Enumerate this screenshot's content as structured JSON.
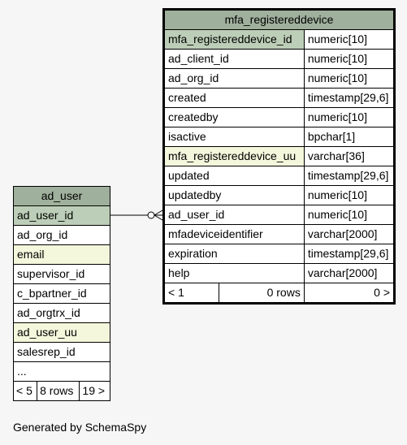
{
  "main_table": {
    "name": "mfa_registereddevice",
    "columns": [
      {
        "name": "mfa_registereddevice_id",
        "type": "numeric[10]",
        "role": "pk"
      },
      {
        "name": "ad_client_id",
        "type": "numeric[10]",
        "role": ""
      },
      {
        "name": "ad_org_id",
        "type": "numeric[10]",
        "role": ""
      },
      {
        "name": "created",
        "type": "timestamp[29,6]",
        "role": ""
      },
      {
        "name": "createdby",
        "type": "numeric[10]",
        "role": ""
      },
      {
        "name": "isactive",
        "type": "bpchar[1]",
        "role": ""
      },
      {
        "name": "mfa_registereddevice_uu",
        "type": "varchar[36]",
        "role": "uu"
      },
      {
        "name": "updated",
        "type": "timestamp[29,6]",
        "role": ""
      },
      {
        "name": "updatedby",
        "type": "numeric[10]",
        "role": ""
      },
      {
        "name": "ad_user_id",
        "type": "numeric[10]",
        "role": ""
      },
      {
        "name": "mfadeviceidentifier",
        "type": "varchar[2000]",
        "role": ""
      },
      {
        "name": "expiration",
        "type": "timestamp[29,6]",
        "role": ""
      },
      {
        "name": "help",
        "type": "varchar[2000]",
        "role": ""
      }
    ],
    "footer": {
      "parents": "< 1",
      "rows": "0 rows",
      "children": "0 >"
    }
  },
  "related_table": {
    "name": "ad_user",
    "columns": [
      {
        "name": "ad_user_id",
        "role": "pk"
      },
      {
        "name": "ad_org_id",
        "role": ""
      },
      {
        "name": "email",
        "role": "uu"
      },
      {
        "name": "supervisor_id",
        "role": ""
      },
      {
        "name": "c_bpartner_id",
        "role": ""
      },
      {
        "name": "ad_orgtrx_id",
        "role": ""
      },
      {
        "name": "ad_user_uu",
        "role": "uu"
      },
      {
        "name": "salesrep_id",
        "role": ""
      },
      {
        "name": "...",
        "role": ""
      }
    ],
    "footer": {
      "parents": "< 5",
      "rows": "8 rows",
      "children": "19 >"
    }
  },
  "credit": "Generated by SchemaSpy",
  "colors": {
    "header": "#9fb09c",
    "primary_key": "#bcceb7",
    "unique": "#f4f7dc",
    "background": "#f6f6f6"
  }
}
